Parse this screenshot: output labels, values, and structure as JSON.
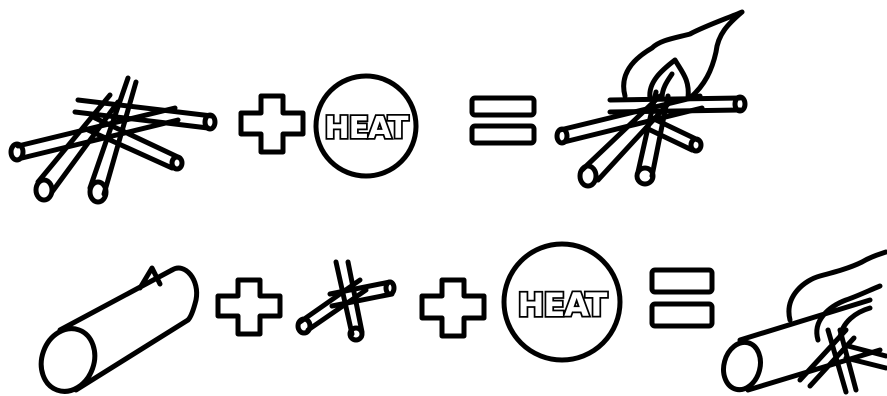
{
  "equations": [
    {
      "terms": [
        {
          "kind": "icon",
          "icon": "kindling-sticks-icon"
        },
        {
          "kind": "operator",
          "icon": "plus-icon"
        },
        {
          "kind": "badge",
          "icon": "heat-badge-icon",
          "label": "HEAT"
        },
        {
          "kind": "operator",
          "icon": "equals-icon"
        },
        {
          "kind": "icon",
          "icon": "burning-kindling-icon"
        }
      ]
    },
    {
      "terms": [
        {
          "kind": "icon",
          "icon": "log-icon"
        },
        {
          "kind": "operator",
          "icon": "plus-icon"
        },
        {
          "kind": "icon",
          "icon": "small-kindling-icon"
        },
        {
          "kind": "operator",
          "icon": "plus-icon"
        },
        {
          "kind": "badge",
          "icon": "heat-badge-icon",
          "label": "HEAT"
        },
        {
          "kind": "operator",
          "icon": "equals-icon"
        },
        {
          "kind": "icon",
          "icon": "burning-log-icon"
        }
      ]
    }
  ],
  "colors": {
    "ink": "#000000",
    "paper": "#ffffff"
  }
}
